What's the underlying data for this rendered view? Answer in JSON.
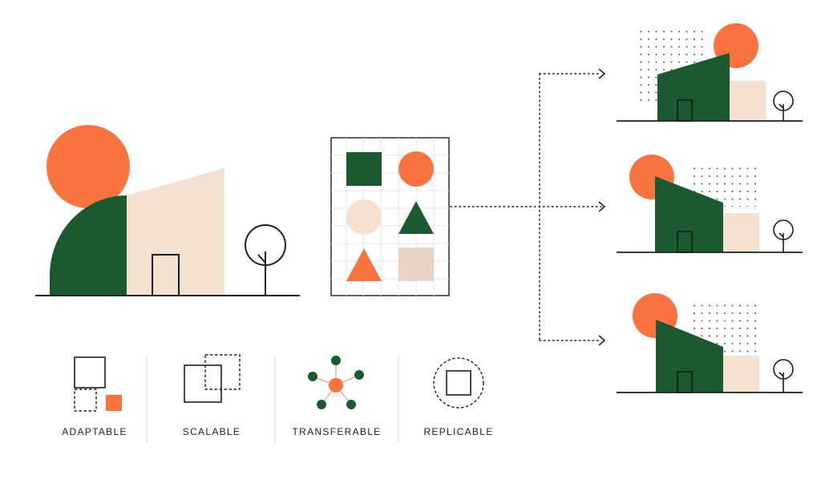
{
  "colors": {
    "orange": "#f97340",
    "green": "#1b5a31",
    "beige": "#f4e1d2",
    "beige_tile": "#e9d2c6",
    "ink": "#1e1e1e",
    "grid": "#e6e6e6",
    "divider": "#d9d9d9",
    "dots": "#555555"
  },
  "legend": {
    "adaptable": "ADAPTABLE",
    "scalable": "SCALABLE",
    "transferable": "TRANSFERABLE",
    "replicable": "REPLICABLE"
  },
  "icons": {
    "main_sun": "sun-circle-icon",
    "main_tree": "tree-icon",
    "palette": [
      "green-square-icon",
      "orange-circle-icon",
      "beige-circle-icon",
      "green-triangle-icon",
      "orange-triangle-icon",
      "beige-square-icon"
    ],
    "adaptable": "adaptable-squares-icon",
    "scalable": "scalable-squares-icon",
    "transferable": "network-hub-icon",
    "replicable": "square-in-dashed-circle-icon"
  }
}
